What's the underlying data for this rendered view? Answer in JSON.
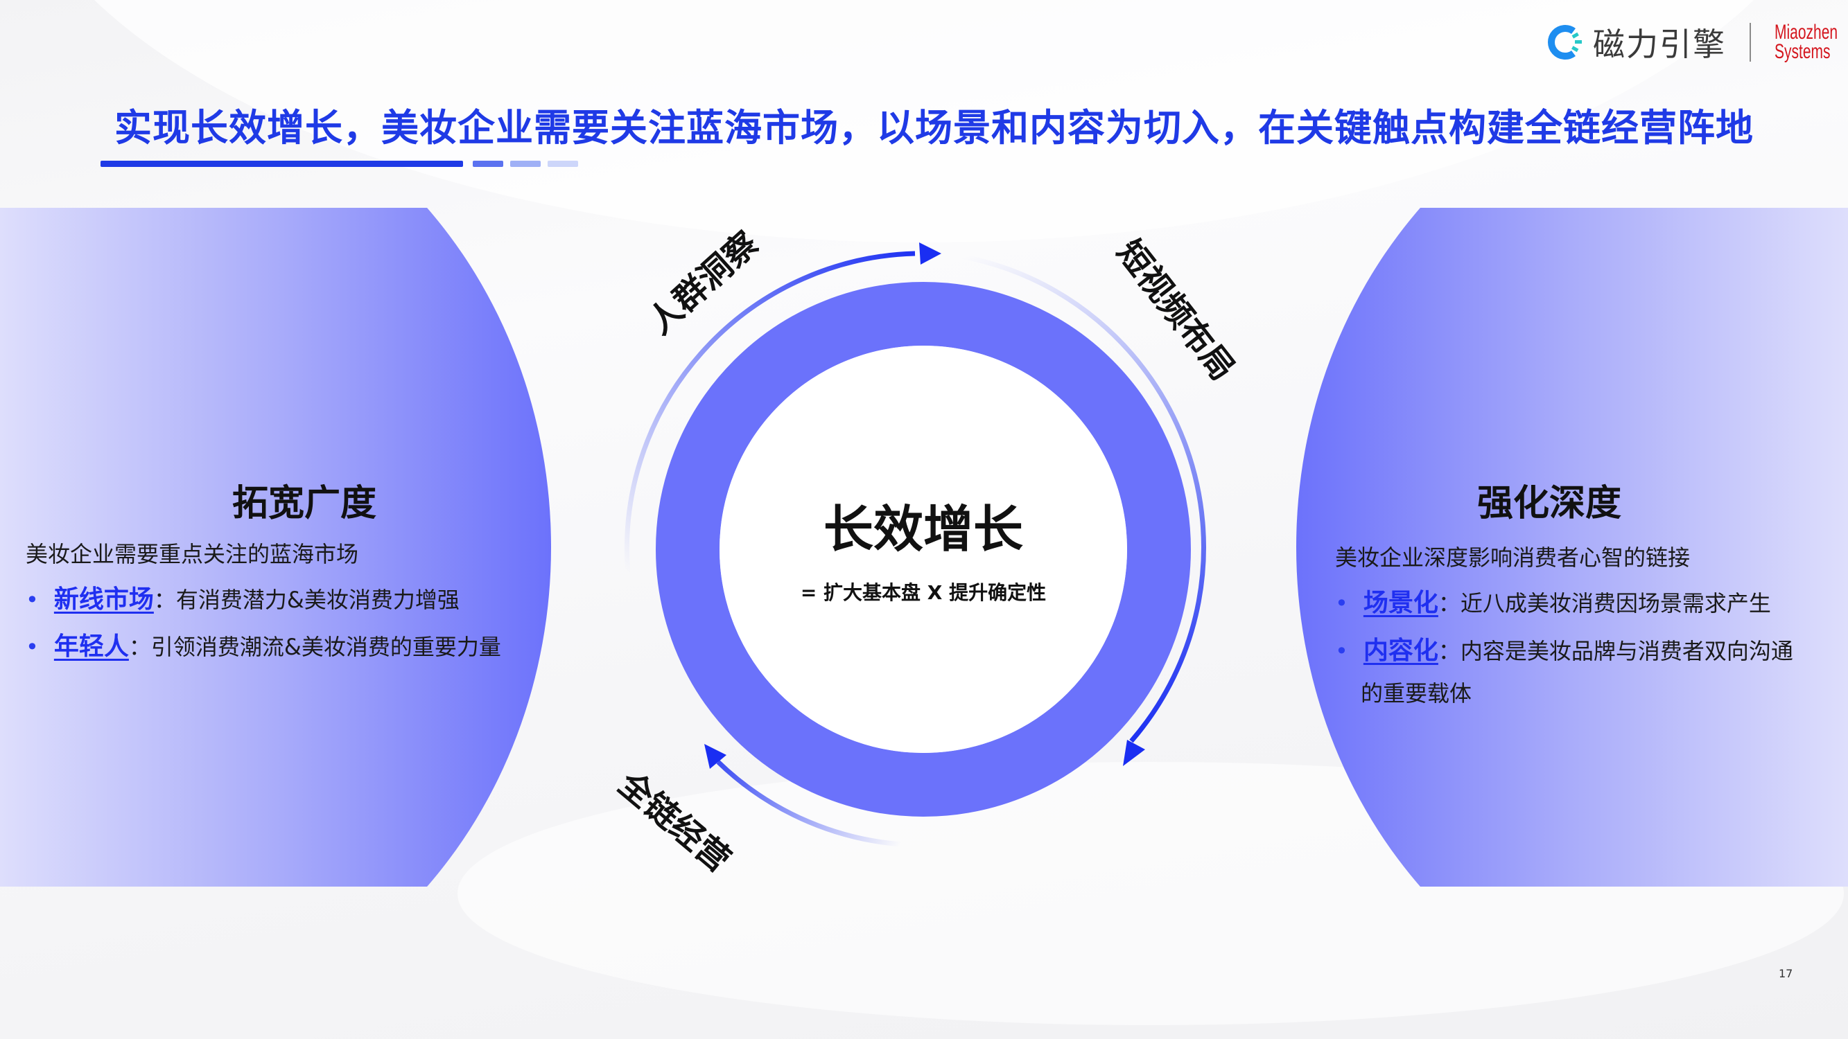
{
  "logo": {
    "brand_cn": "磁力引擎",
    "partner": "Miaozhen Systems",
    "partner_line1": "Miaozhen",
    "partner_line2": "Systems"
  },
  "title": "实现长效增长，美妆企业需要关注蓝海市场，以场景和内容为切入，在关键触点构建全链经营阵地",
  "colors": {
    "title": "#1f3ae6",
    "ring": "#6b72fb",
    "arrow": "#1a2ef2",
    "keyword": "#1f2ff0"
  },
  "left": {
    "heading": "拓宽广度",
    "intro": "美妆企业需要重点关注的蓝海市场",
    "bullets": [
      {
        "keyword": "新线市场",
        "text": "：有消费潜力&美妆消费力增强"
      },
      {
        "keyword": "年轻人",
        "text": "：引领消费潮流&美妆消费的重要力量"
      }
    ]
  },
  "right": {
    "heading": "强化深度",
    "intro": "美妆企业深度影响消费者心智的链接",
    "bullets": [
      {
        "keyword": "场景化",
        "text": "：近八成美妆消费因场景需求产生"
      },
      {
        "keyword": "内容化",
        "text": "：内容是美妆品牌与消费者双向沟通",
        "continuation": "的重要载体"
      }
    ]
  },
  "cycle": {
    "center_title": "长效增长",
    "center_sub": "= 扩大基本盘 X 提升确定性",
    "steps": [
      "人群洞察",
      "短视频布局",
      "全链经营"
    ]
  },
  "page_number": "17"
}
